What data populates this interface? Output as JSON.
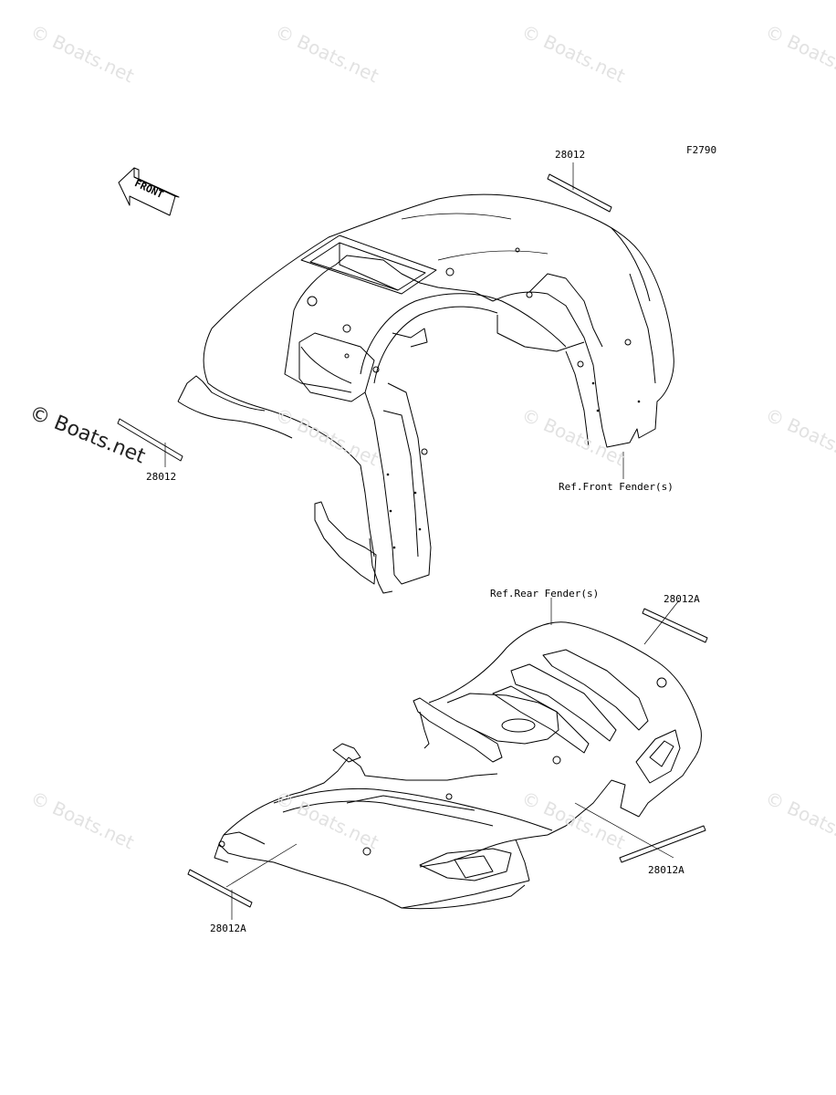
{
  "figure_code": "F2790",
  "front_arrow_label": "FRONT",
  "watermark_text": "© Boats.net",
  "labels": {
    "front_top_decal": "28012",
    "front_left_decal": "28012",
    "front_fender_ref": "Ref.Front Fender(s)",
    "rear_fender_ref": "Ref.Rear Fender(s)",
    "rear_top_right_decal": "28012A",
    "rear_bottom_right_decal": "28012A",
    "rear_bottom_left_decal": "28012A"
  }
}
